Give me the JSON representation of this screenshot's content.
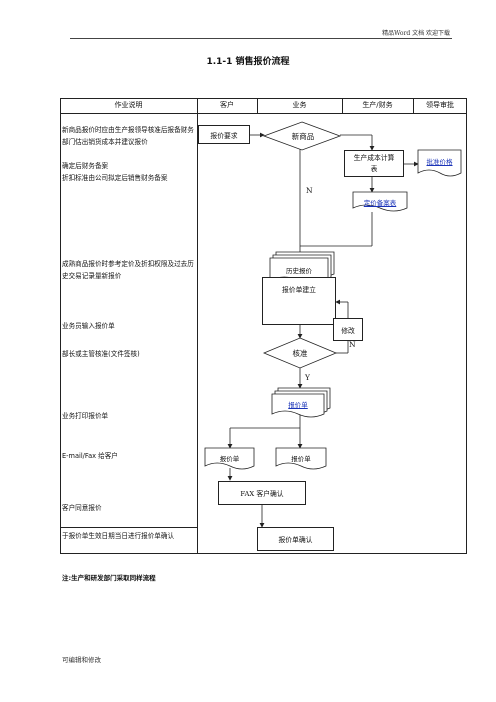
{
  "header": {
    "text": "精品Word 文档  欢迎下载"
  },
  "title": "1.1-1 销售报价流程",
  "table": {
    "columns": [
      "作业说明",
      "客户",
      "业务",
      "生产/财务",
      "领导审批"
    ],
    "descriptions": {
      "d1": "新商品报价时应由生产报领导核准后报备财务部门估出销货成本并建议报价",
      "d2": "确定后财务备案",
      "d3": "折扣标准由公司拟定后销售财务备案",
      "d4": "成熟商品报价时参考定价及折扣权限及过去历史交易记录量新报价",
      "d5": "业务员输入报价单",
      "d6": "部长或主管核准(文件签核)",
      "d7": "业务打印报价单",
      "d8": "E-mail/Fax 给客户",
      "d9": "客户同意报价",
      "d10": "于报价单生效日期当日进行报价单确认"
    }
  },
  "flow": {
    "request": "报价要求",
    "new_product": "新商品",
    "cost_calc": "生产成本计算表",
    "approve_price": "批准价格",
    "price_file": "定价备案表",
    "history": "历史报价",
    "create_quote": "报价单建立",
    "modify": "修改",
    "verify": "核准",
    "quote_doc": "报价单",
    "quote_client": "报价单",
    "quote_biz": "报价单",
    "fax_confirm": "FAX 客户确认",
    "confirm": "报价单确认",
    "n1": "N",
    "n2": "N",
    "y": "Y"
  },
  "footnote": "注:生产和研发部门采取同样流程",
  "footer": "可编辑和修改"
}
